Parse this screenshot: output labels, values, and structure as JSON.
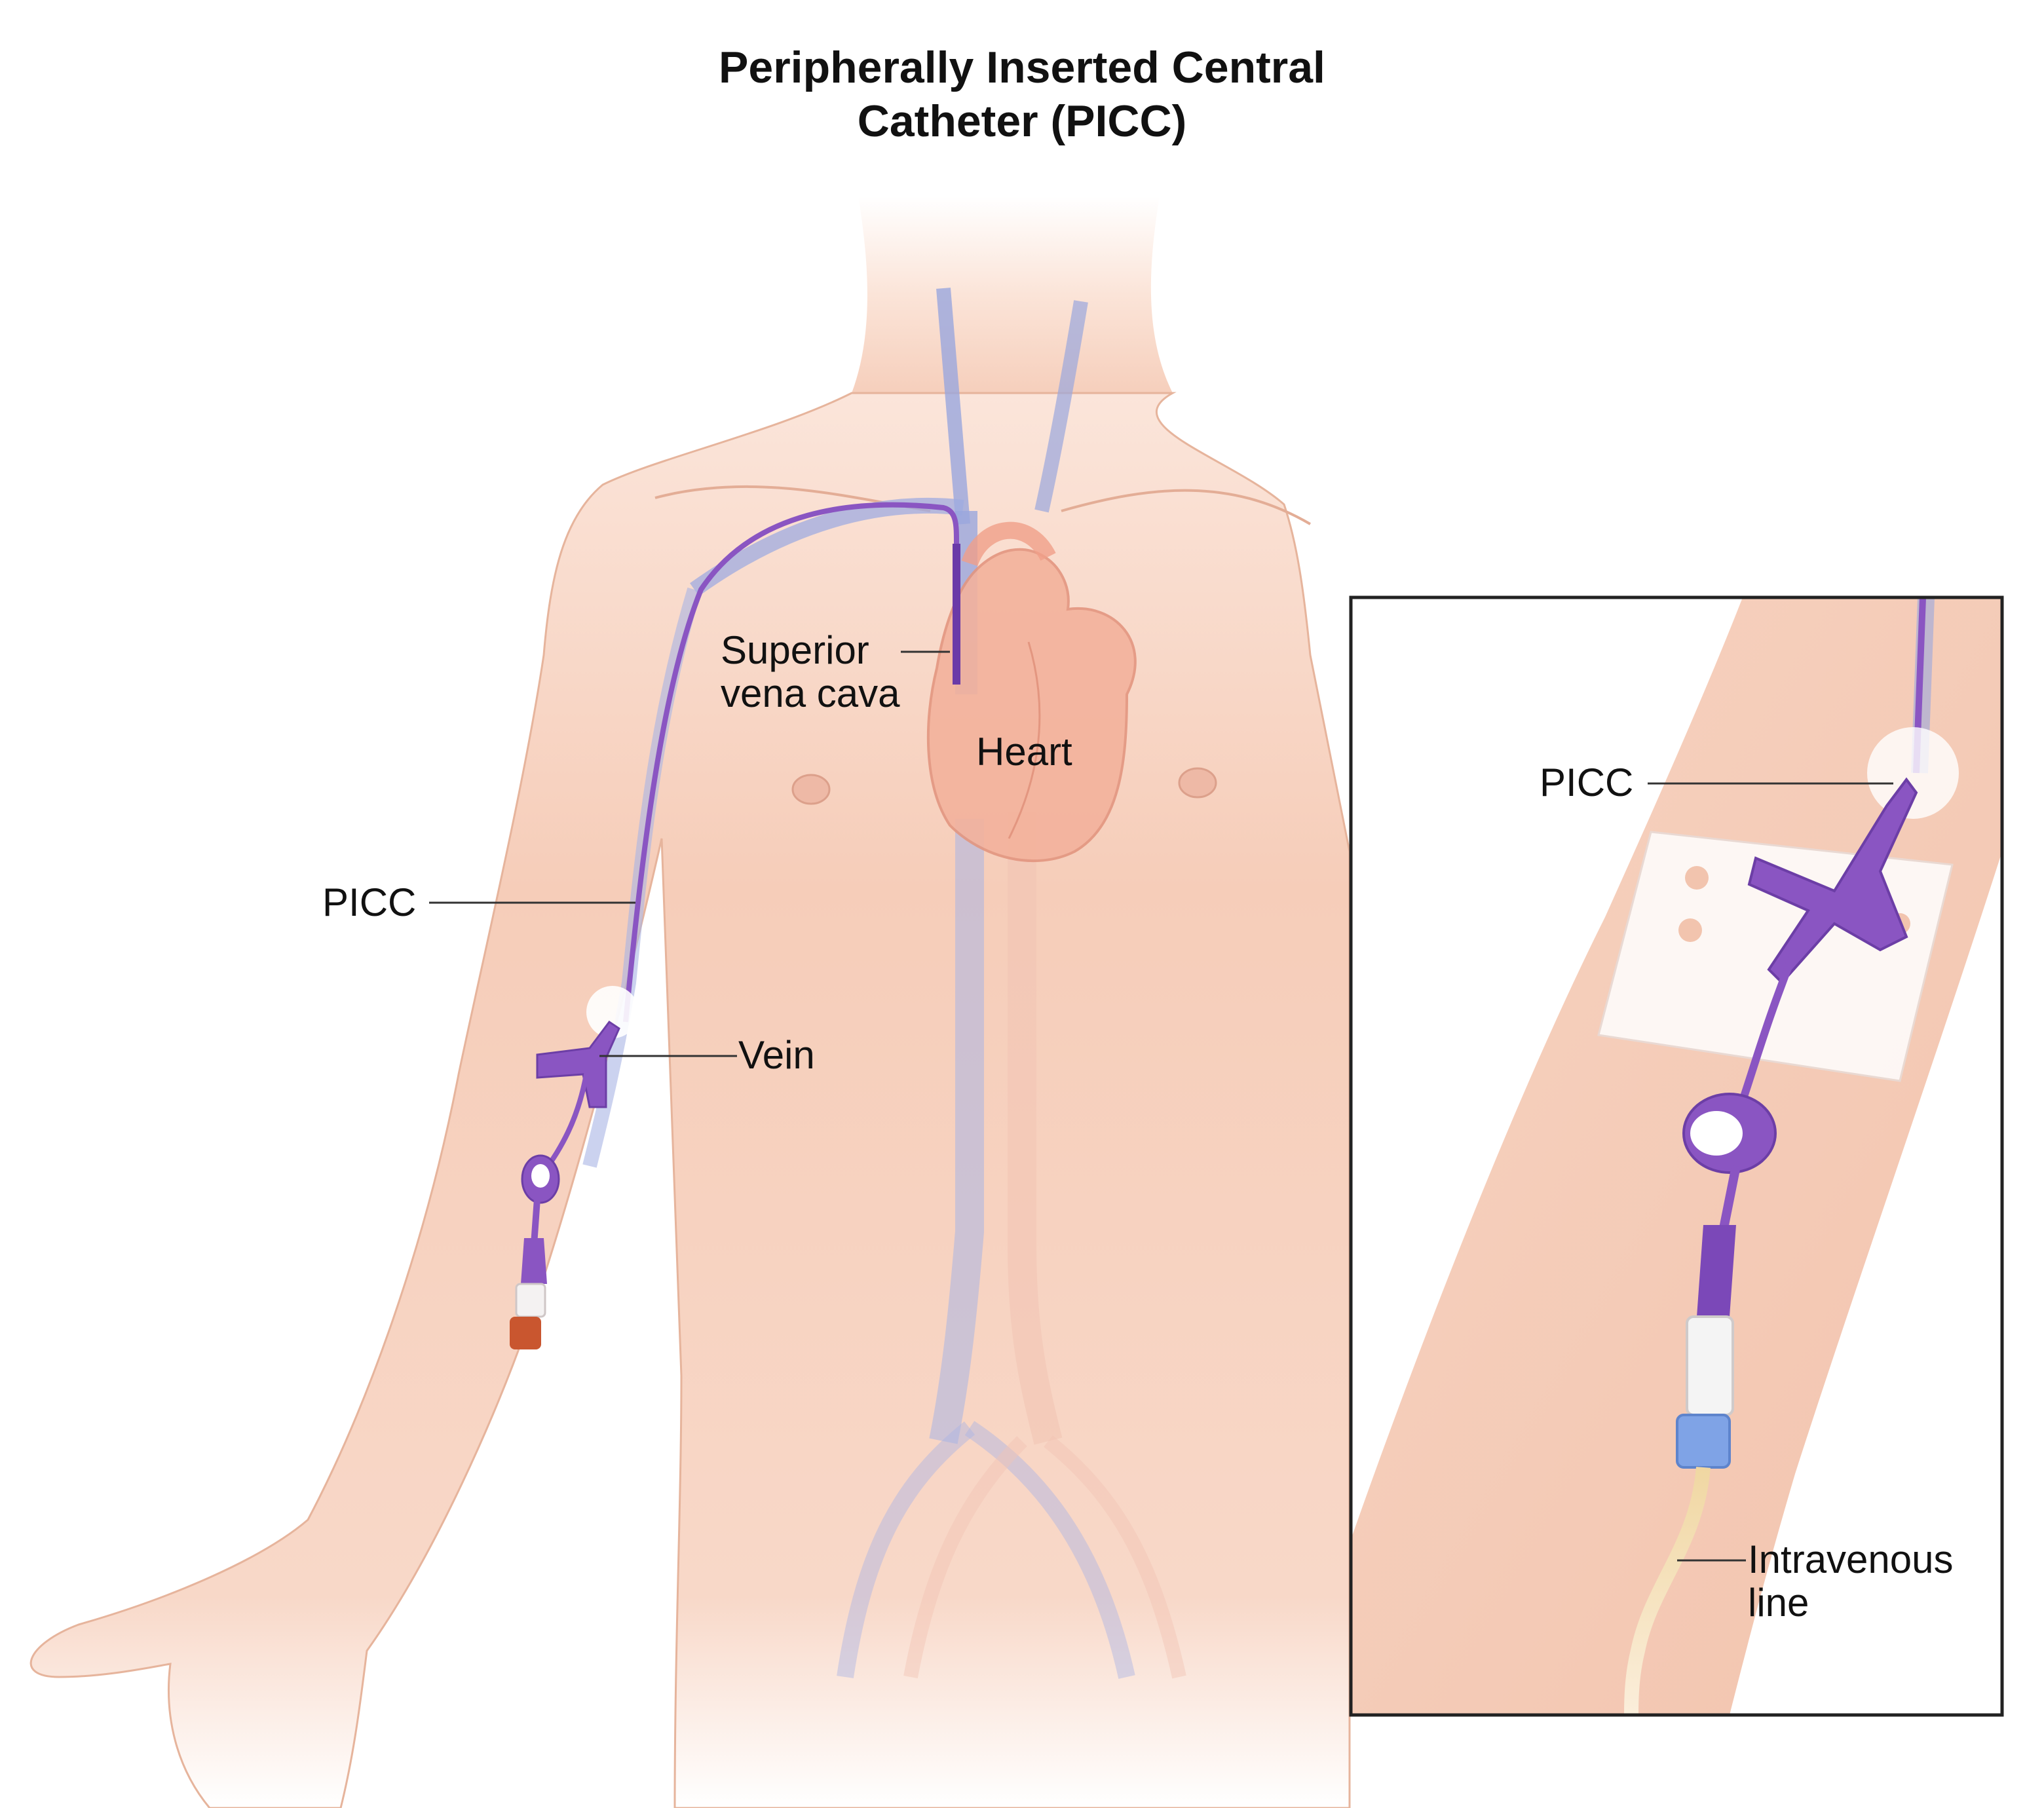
{
  "title": {
    "line1": "Peripherally Inserted Central",
    "line2": "Catheter (PICC)"
  },
  "labels": {
    "svc_line1": "Superior",
    "svc_line2": "vena cava",
    "heart": "Heart",
    "picc_main": "PICC",
    "vein": "Vein",
    "picc_inset": "PICC",
    "iv_line1": "Intravenous",
    "iv_line2": "line"
  },
  "colors": {
    "skin": "#f6d2c0",
    "skin_shadow": "#e9b9a3",
    "vein_blue": "#8e9fd8",
    "catheter_purple": "#8a55c2",
    "heart_red": "#f1a38d",
    "iv_fluid": "#f0d9a6",
    "inset_border": "#222222"
  }
}
